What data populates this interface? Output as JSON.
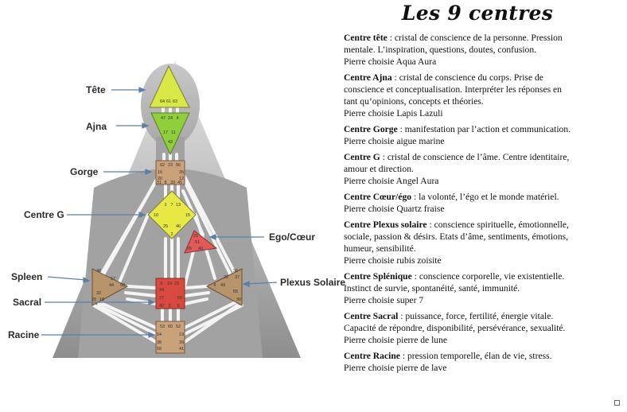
{
  "title": "Les 9 centres",
  "labels": {
    "tete": "Tête",
    "ajna": "Ajna",
    "gorge": "Gorge",
    "centre_g": "Centre G",
    "ego": "Ego/Cœur",
    "spleen": "Spleen",
    "plexus": "Plexus Solaire",
    "sacral": "Sacral",
    "racine": "Racine"
  },
  "gates": {
    "tete": [
      "64",
      "61",
      "63"
    ],
    "ajna": [
      "47",
      "24",
      "4",
      "17",
      "11",
      "43"
    ],
    "gorge": [
      "62",
      "23",
      "56",
      "16",
      "35",
      "20",
      "12",
      "31",
      "8",
      "33",
      "45"
    ],
    "g": [
      "1",
      "7",
      "13",
      "10",
      "15",
      "25",
      "46",
      "2"
    ],
    "ego": [
      "21",
      "51",
      "26",
      "40"
    ],
    "spleen": [
      "48",
      "57",
      "44",
      "50",
      "32",
      "28",
      "18"
    ],
    "plexus": [
      "36",
      "22",
      "37",
      "6",
      "49",
      "55",
      "30"
    ],
    "sacral": [
      "5",
      "14",
      "29",
      "34",
      "27",
      "59",
      "42",
      "3",
      "9"
    ],
    "racine": [
      "53",
      "60",
      "52",
      "54",
      "19",
      "38",
      "39",
      "58",
      "41"
    ]
  },
  "centres": [
    {
      "name": "Centre tête",
      "sep": " : ",
      "lines": [
        "cristal de conscience de la personne.  Pression",
        "mentale. L’inspiration, questions, doutes, confusion."
      ],
      "stone": "Pierre choisie Aqua Aura"
    },
    {
      "name": "Centre Ajna",
      "sep": " : ",
      "lines": [
        "cristal de conscience du corps. Prise  de",
        "conscience et conceptualisation. Interpréter les réponses en",
        "tant qu’opinions, concepts et théories."
      ],
      "stone": "Pierre choisie Lapis Lazuli"
    },
    {
      "name": "Centre Gorge",
      "sep": " : ",
      "lines": [
        "manifestation par l’action et communication."
      ],
      "stone": "Pierre choisie aigue marine"
    },
    {
      "name": "Centre G",
      "sep": " : ",
      "lines": [
        "cristal de conscience de l’âme. Centre identitaire,",
        "amour et direction."
      ],
      "stone": "Pierre choisie Angel Aura"
    },
    {
      "name": "Centre Cœur/égo",
      "sep": " : ",
      "lines": [
        "la volonté, l’égo  et le monde matériel."
      ],
      "stone": "Pierre choisie Quartz fraise"
    },
    {
      "name": "Centre Plexus solaire",
      "sep": " : ",
      "lines": [
        "conscience spirituelle,  émotionnelle,",
        "sociale, passion & désirs.  Etats d’âme, sentiments, émotions,",
        "humeur, sensibilité."
      ],
      "stone": "Pierre choisie rubis zoisite"
    },
    {
      "name": "Centre Splénique",
      "sep": " : ",
      "lines": [
        "conscience corporelle,  vie existentielle.",
        "Instinct de survie,  spontanéité, santé, immunité."
      ],
      "stone": "Pierre choisie super 7"
    },
    {
      "name": "Centre Sacral",
      "sep": " : ",
      "lines": [
        "puissance, force, fertilité,  énergie vitale.",
        "Capacité de répondre,  disponibilité,  persévérance, sexualité."
      ],
      "stone": "Pierre choisie pierre  de lune"
    },
    {
      "name": "Centre Racine",
      "sep": " : ",
      "lines": [
        "pression temporelle, élan de vie, stress."
      ],
      "stone": "Pierre choisie pierre  de lave"
    }
  ],
  "colors": {
    "tete": "#d8e844",
    "ajna": "#8fd03a",
    "gorge": "#c9a27a",
    "g": "#e8e845",
    "ego": "#e25a55",
    "spleen": "#b8946a",
    "plexus": "#b8946a",
    "sacral": "#d84a40",
    "racine": "#c9a27a"
  }
}
